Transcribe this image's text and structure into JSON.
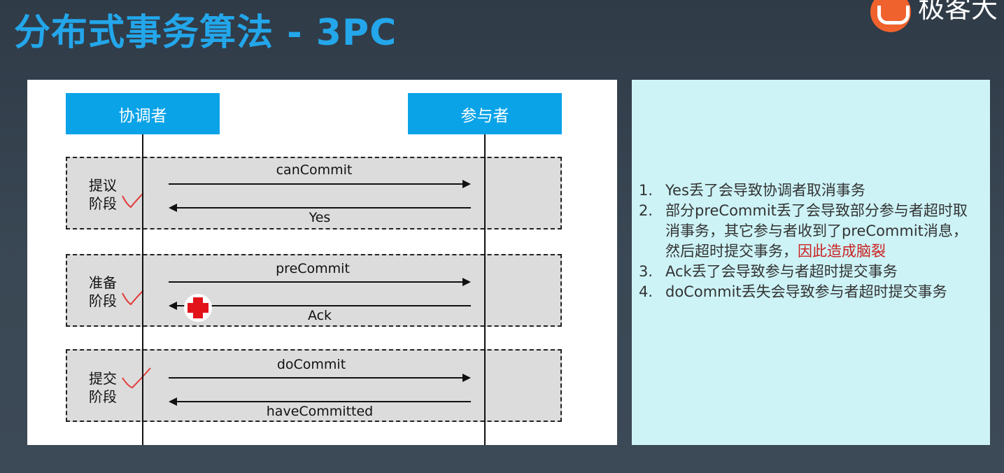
{
  "header": {
    "title": "分布式事务算法 - 3PC",
    "logo_text": "极客大"
  },
  "diagram": {
    "participants": {
      "coordinator": "协调者",
      "participant": "参与者"
    },
    "phases": [
      {
        "label_line1": "提议",
        "label_line2": "阶段",
        "request": "canCommit",
        "response": "Yes"
      },
      {
        "label_line1": "准备",
        "label_line2": "阶段",
        "request": "preCommit",
        "response": "Ack"
      },
      {
        "label_line1": "提交",
        "label_line2": "阶段",
        "request": "doCommit",
        "response": "haveCommitted"
      }
    ],
    "colors": {
      "participant_box": "#0aa3e8",
      "phase_box": "#dcdcdc",
      "check_mark": "#e23b3b",
      "error_mark": "#e3131b"
    }
  },
  "notes": [
    {
      "num": "1.",
      "text": "Yes丢了会导致协调者取消事务",
      "highlight": ""
    },
    {
      "num": "2.",
      "text": "部分preCommit丢了会导致部分参与者超时取消事务，其它参与者收到了preCommit消息，然后超时提交事务，",
      "highlight": "因此造成脑裂"
    },
    {
      "num": "3.",
      "text": "Ack丢了会导致参与者超时提交事务",
      "highlight": ""
    },
    {
      "num": "4.",
      "text": "doCommit丢失会导致参与者超时提交事务",
      "highlight": ""
    }
  ],
  "theme": {
    "title_color": "#23a6ea",
    "notes_background": "#cdf3f6",
    "highlight_color": "#cc1f1f"
  }
}
